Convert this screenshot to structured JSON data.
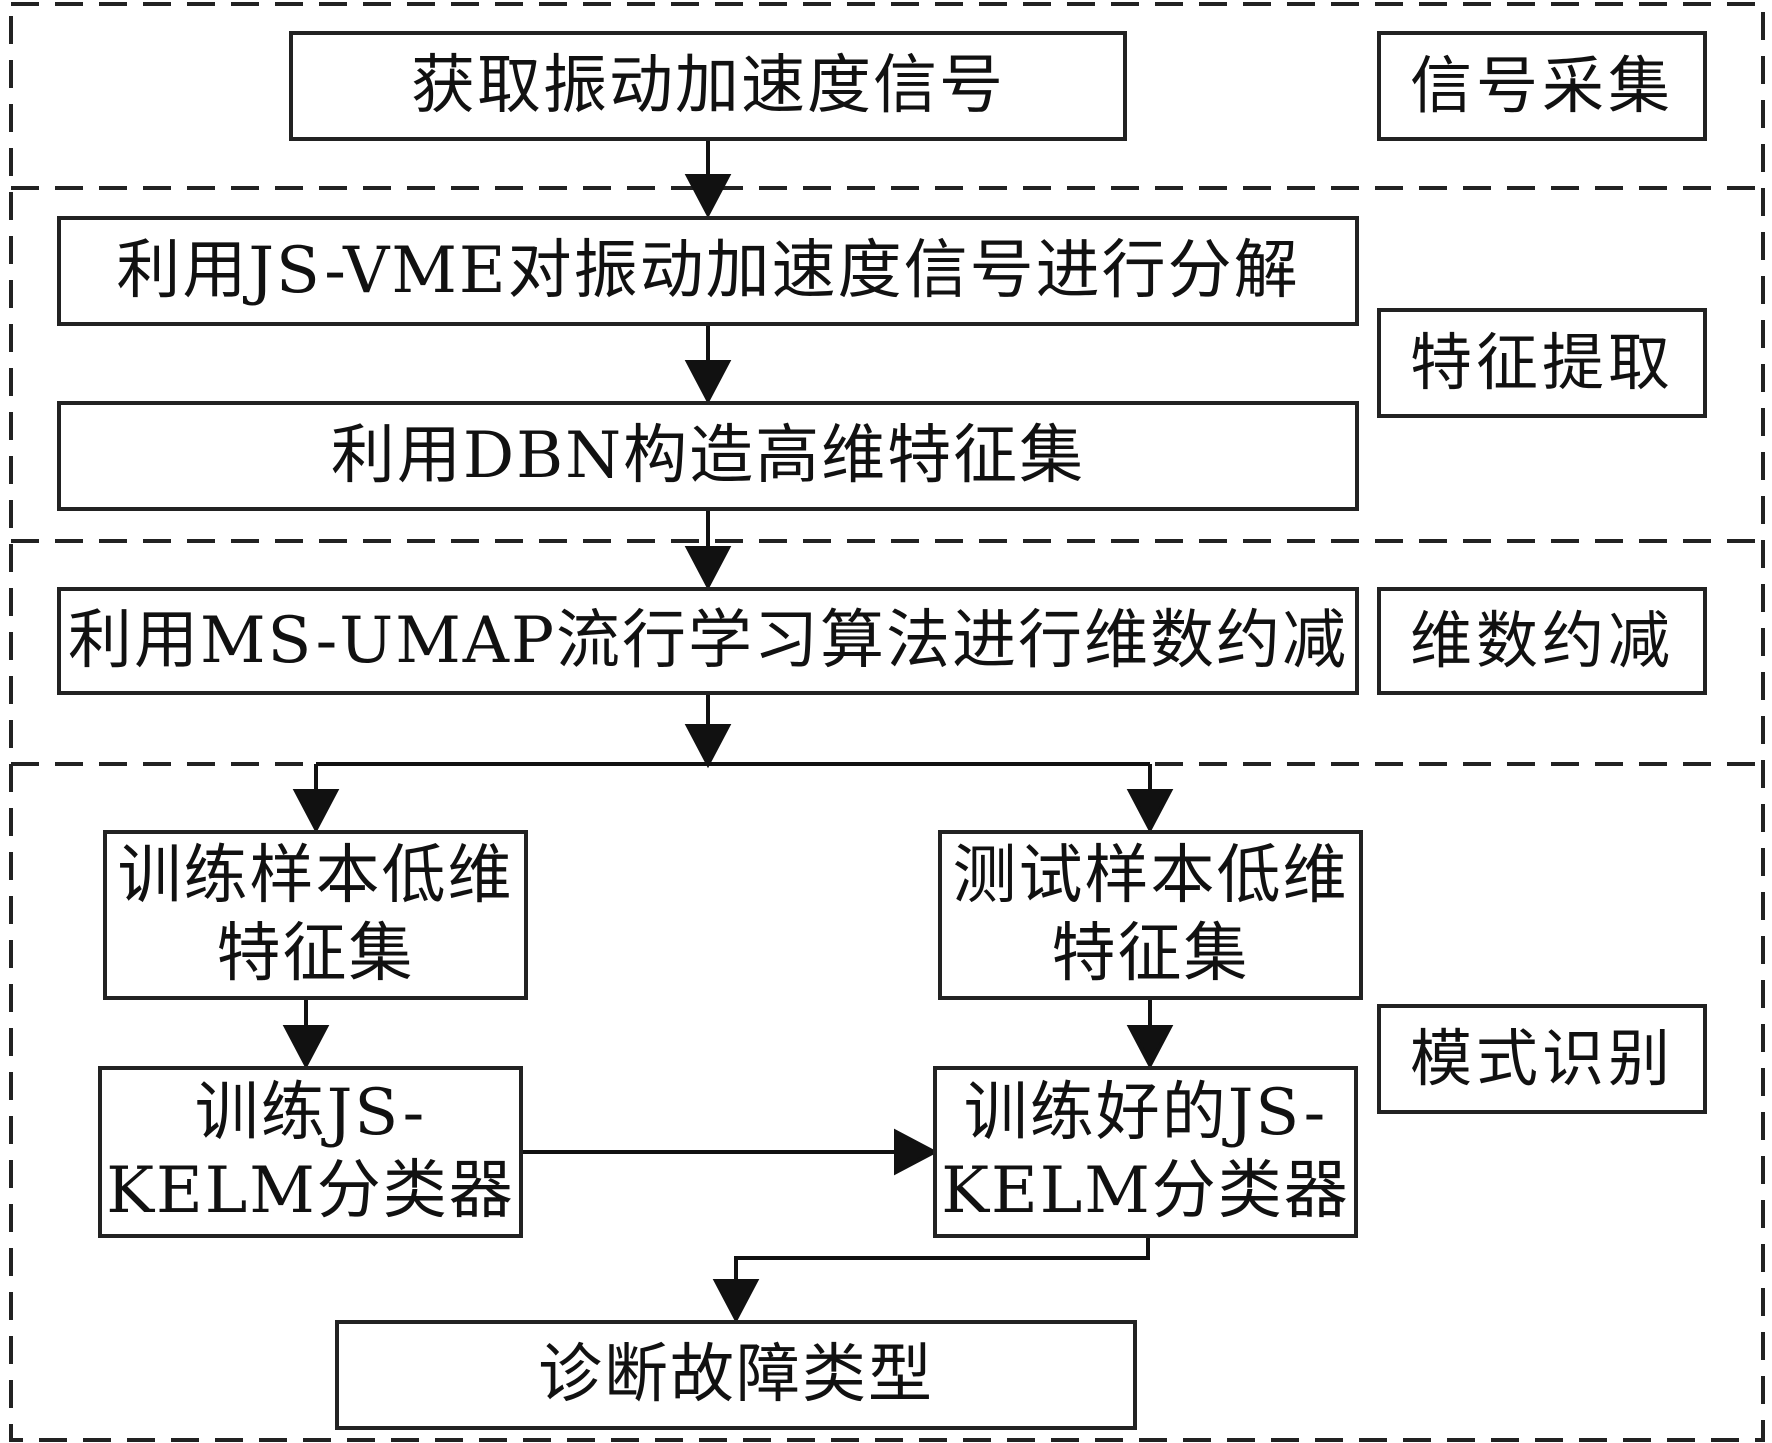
{
  "stages": {
    "signal_acquisition": "信号采集",
    "feature_extraction": "特征提取",
    "dimension_reduction": "维数约减",
    "pattern_recognition": "模式识别"
  },
  "steps": {
    "acquire_signal": "获取振动加速度信号",
    "jsvme_decompose": "利用JS-VME对振动加速度信号进行分解",
    "dbn_features": "利用DBN构造高维特征集",
    "msumap_reduce": "利用MS-UMAP流行学习算法进行维数约减",
    "train_features": [
      "训练样本低维",
      "特征集"
    ],
    "test_features": [
      "测试样本低维",
      "特征集"
    ],
    "train_classifier": [
      "训练JS-",
      "KELM分类器"
    ],
    "trained_classifier": [
      "训练好的JS-",
      "KELM分类器"
    ],
    "diagnose": "诊断故障类型"
  }
}
